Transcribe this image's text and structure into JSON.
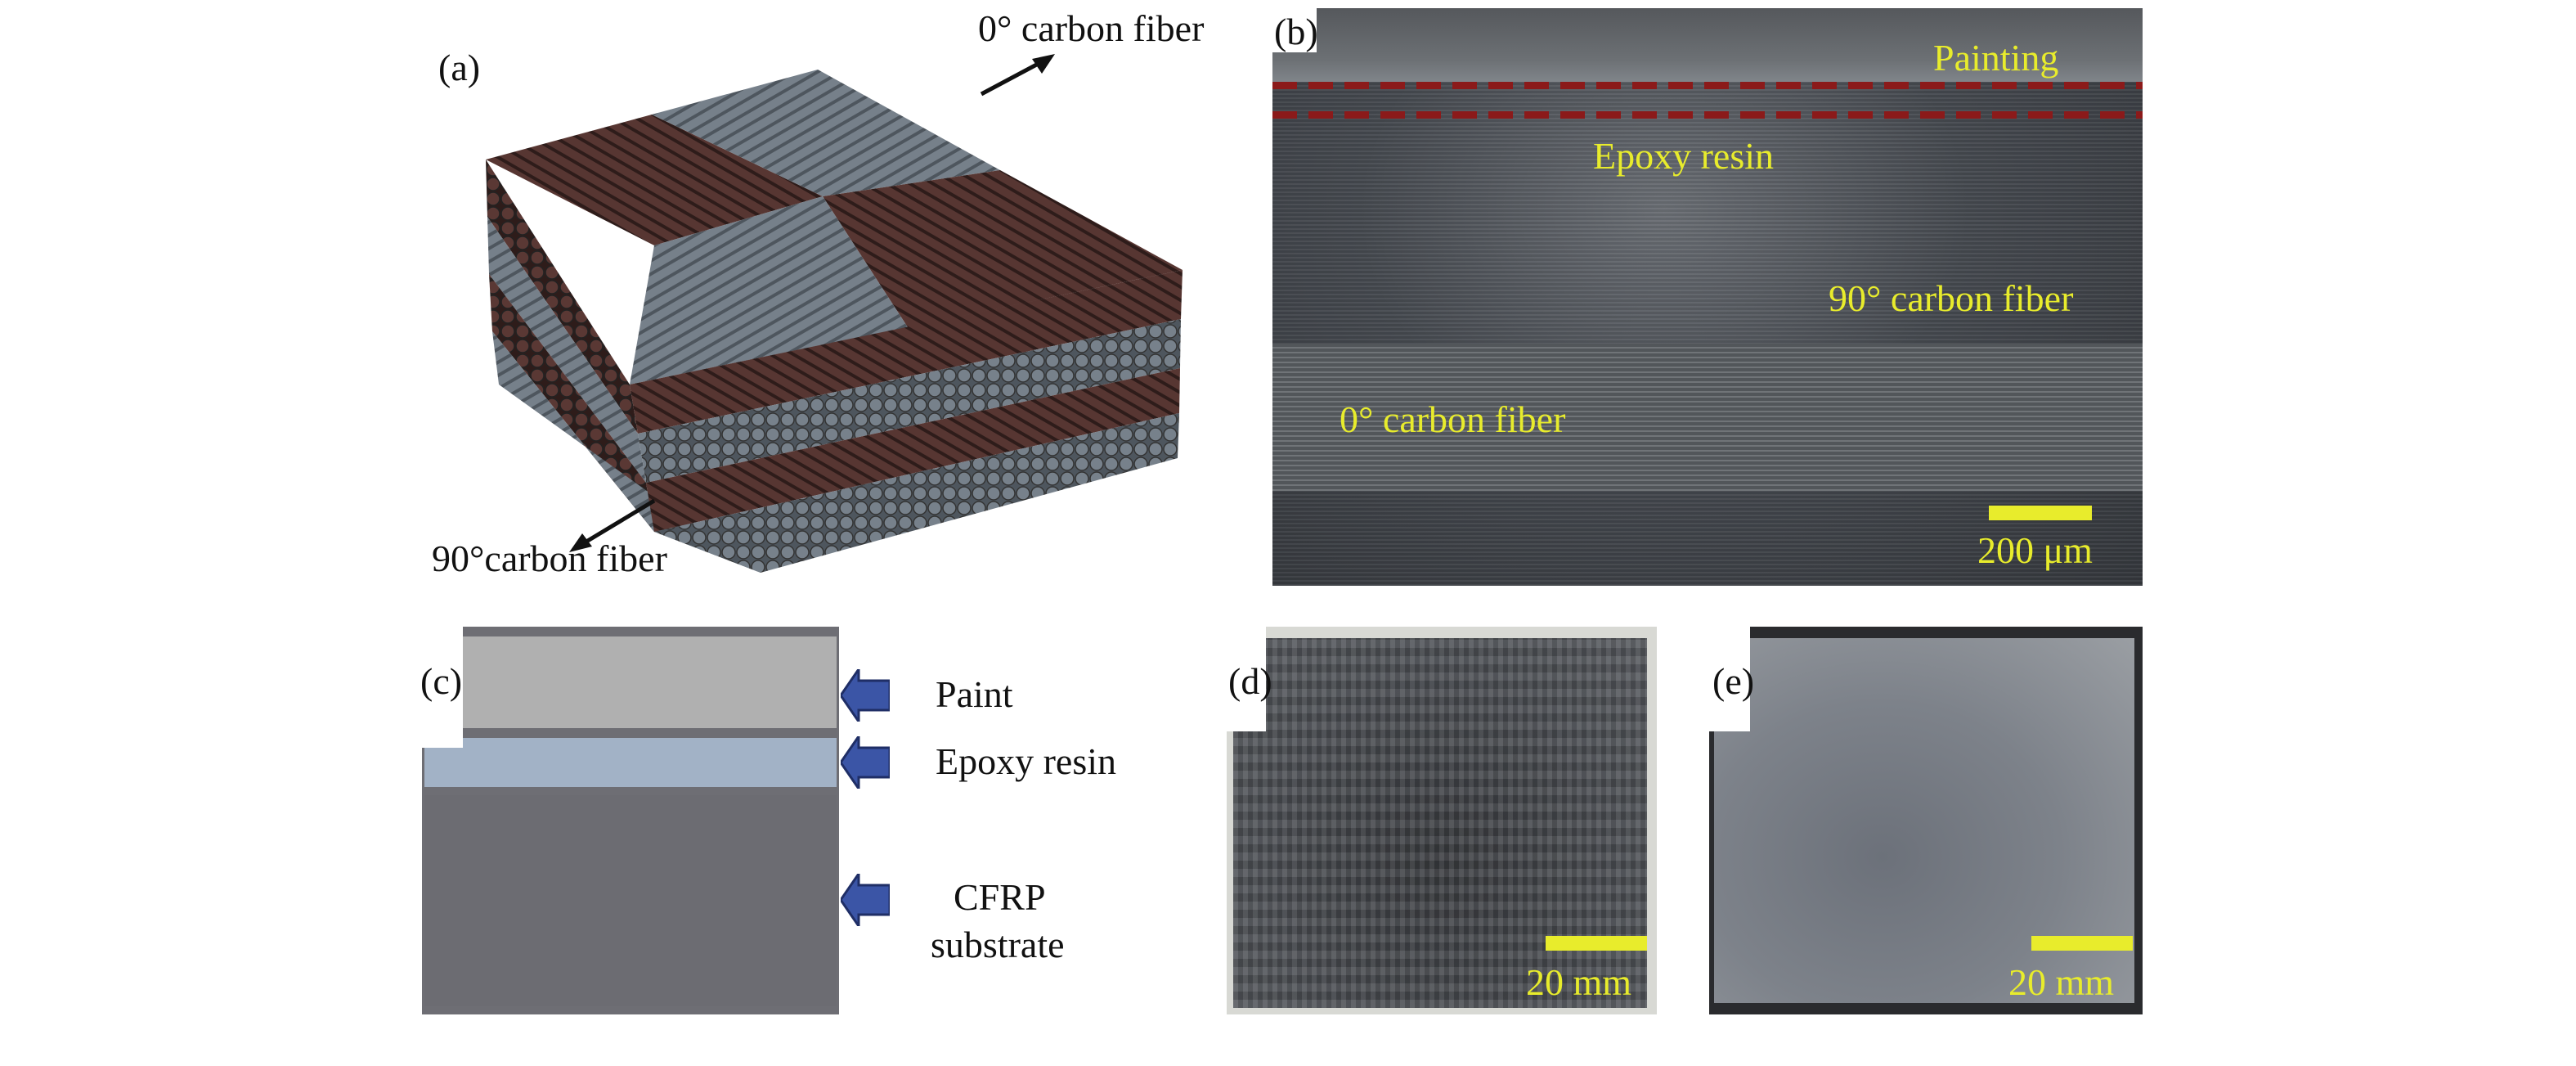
{
  "panels": {
    "a": {
      "label": "(a)",
      "annotations": {
        "zero_deg": "0° carbon fiber",
        "ninety_deg": "90°carbon fiber"
      },
      "colors": {
        "fiber_0": "#6f7880",
        "fiber_90": "#4a2e2a"
      }
    },
    "b": {
      "label": "(b)",
      "annotations": {
        "painting": "Painting",
        "epoxy": "Epoxy resin",
        "ninety_deg": "90° carbon fiber",
        "zero_deg": "0° carbon fiber"
      },
      "scale_bar": "200 μm",
      "colors": {
        "dashed_line": "#8b1a1a",
        "annotation": "#e8ec2c"
      }
    },
    "c": {
      "label": "(c)",
      "layers": [
        {
          "name": "Paint",
          "color": "#b0b0b0"
        },
        {
          "name": "Epoxy resin",
          "color": "#a2b2c6"
        },
        {
          "name": "CFRP",
          "name2": "substrate",
          "color": "#6c6c72"
        }
      ],
      "arrow_color": "#3b55a6"
    },
    "d": {
      "label": "(d)",
      "scale_bar": "20 mm"
    },
    "e": {
      "label": "(e)",
      "scale_bar": "20 mm"
    }
  }
}
